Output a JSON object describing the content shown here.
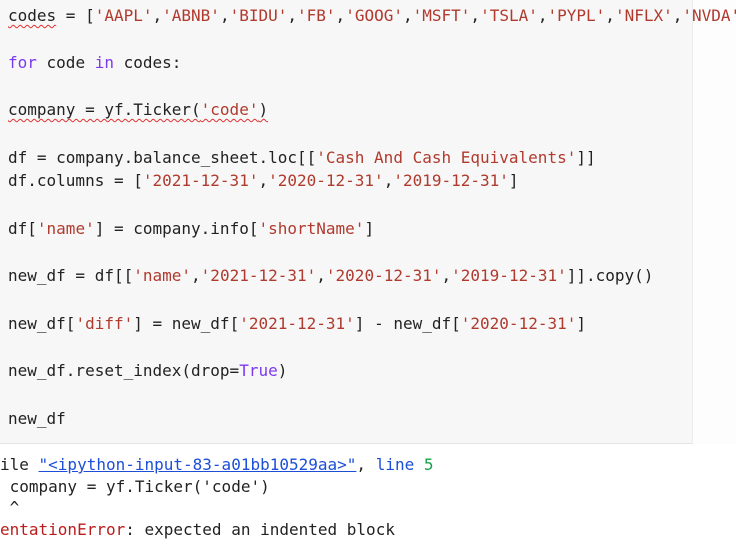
{
  "editor": {
    "lines": {
      "l1": {
        "a": "codes",
        "b": " = [",
        "s1": "'AAPL'",
        "c1": ",",
        "s2": "'ABNB'",
        "c2": ",",
        "s3": "'BIDU'",
        "c3": ",",
        "s4": "'FB'",
        "c4": ",",
        "s5": "'GOOG'",
        "c5": ",",
        "s6": "'MSFT'",
        "c6": ",",
        "s7": "'TSLA'",
        "c7": ",",
        "s8": "'PYPL'",
        "c8": ",",
        "s9": "'NFLX'",
        "c9": ",",
        "s10": "'NVDA'",
        "end": "]"
      },
      "l2": {
        "kw1": "for",
        "mid": " code ",
        "kw2": "in",
        "rest": " codes:"
      },
      "l3": {
        "squig": "company = yf.Ticker(",
        "str": "'code'",
        "end": ")"
      },
      "l4": {
        "a": "df = company.balance_sheet.loc[[",
        "str": "'Cash And Cash Equivalents'",
        "end": "]]"
      },
      "l5": {
        "a": "df.columns = [",
        "s1": "'2021-12-31'",
        "c1": ",",
        "s2": "'2020-12-31'",
        "c2": ",",
        "s3": "'2019-12-31'",
        "end": "]"
      },
      "l6": {
        "a": "df[",
        "s1": "'name'",
        "b": "] = company.info[",
        "s2": "'shortName'",
        "end": "]"
      },
      "l7": {
        "a": "new_df = df[[",
        "s1": "'name'",
        "c1": ",",
        "s2": "'2021-12-31'",
        "c2": ",",
        "s3": "'2020-12-31'",
        "c3": ",",
        "s4": "'2019-12-31'",
        "end": "]].copy()"
      },
      "l8": {
        "a": "new_df[",
        "s1": "'diff'",
        "b": "] = new_df[",
        "s2": "'2021-12-31'",
        "c": "] - new_df[",
        "s3": "'2020-12-31'",
        "end": "]"
      },
      "l9": {
        "a": "new_df.reset_index(drop=",
        "kw": "True",
        "end": ")"
      },
      "l10": {
        "a": "new_df"
      }
    }
  },
  "output": {
    "o1": {
      "prefix": "ile ",
      "link": "\"<ipython-input-83-a01bb10529aa>\"",
      "sep": ", ",
      "lineword": "line",
      "sp": " ",
      "num": "5"
    },
    "o2": {
      "text": " company = yf.Ticker('code')"
    },
    "o3": {
      "text": " ^"
    },
    "o4": {
      "err": "entationError",
      "msg": ": expected an indented block"
    }
  },
  "colors": {
    "keyword": "#7c3aed",
    "string": "#b03a2e",
    "link": "#1d4ed8",
    "number": "#16a34a",
    "error": "#b91c1c",
    "squiggle": "#e03131"
  }
}
